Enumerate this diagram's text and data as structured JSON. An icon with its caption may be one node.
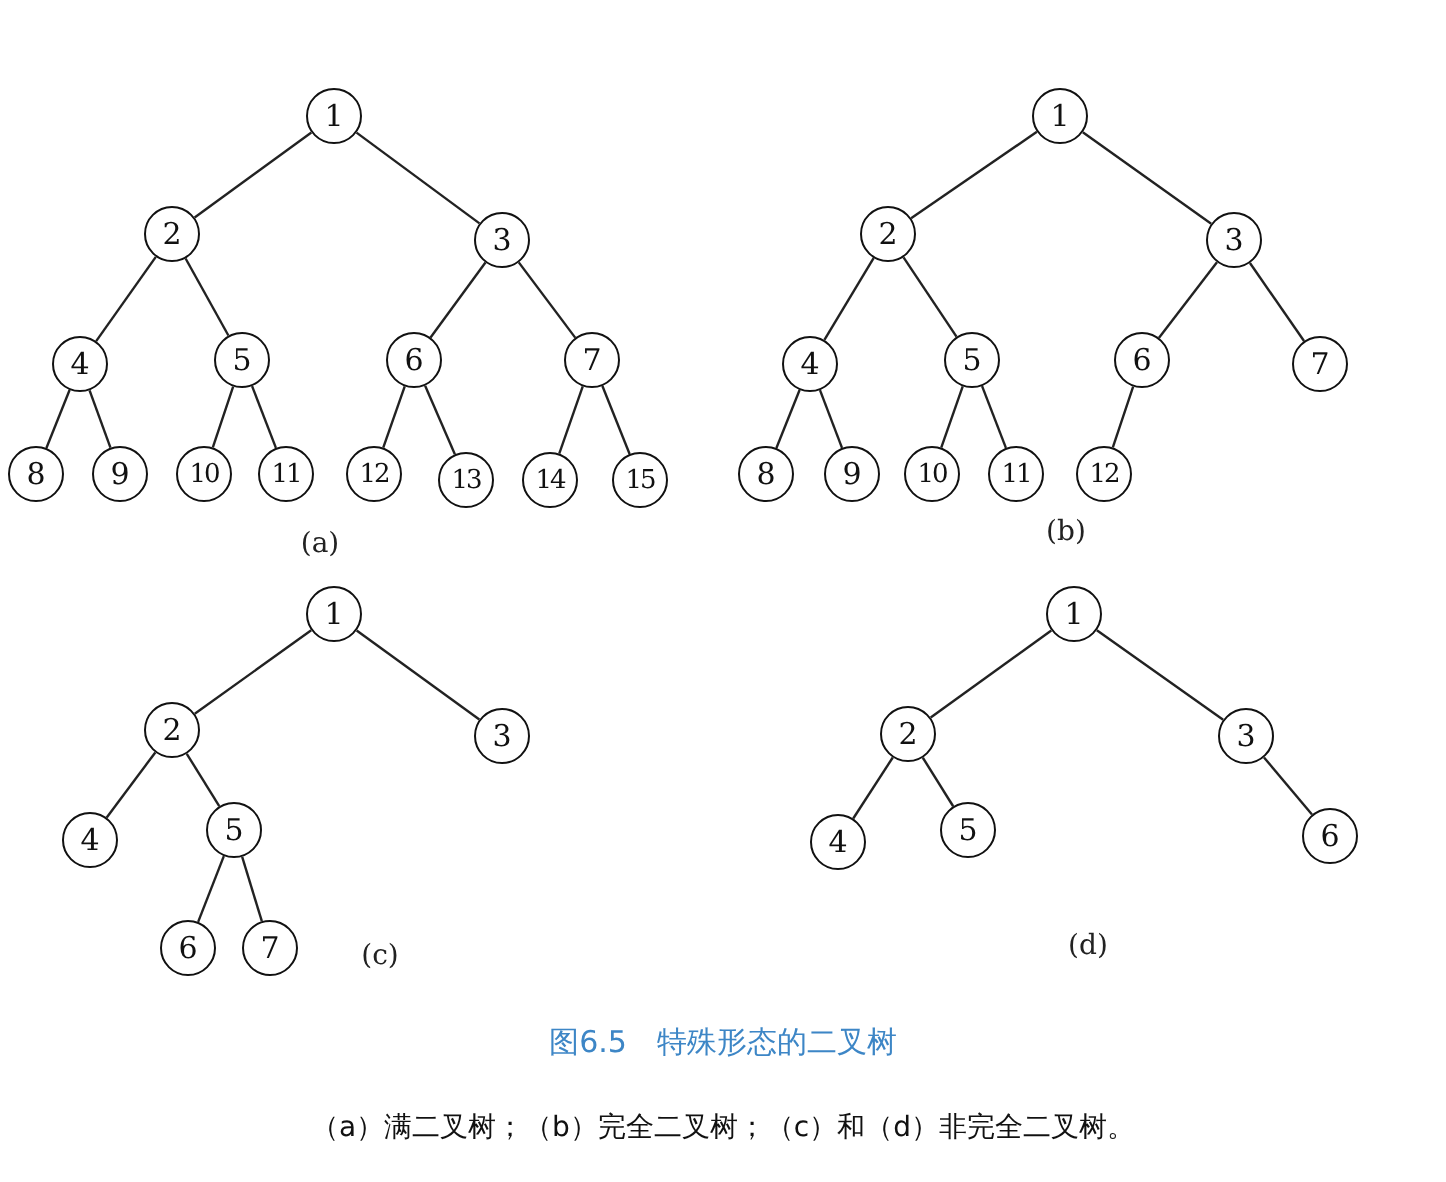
{
  "diagram": {
    "title": "图6.5　特殊形态的二叉树",
    "caption": "（a）满二叉树；（b）完全二叉树；（c）和（d）非完全二叉树。",
    "nodes": [
      {
        "text": [
          "1"
        ]
      },
      {
        "text": [
          "2"
        ]
      },
      {
        "text": [
          "3"
        ]
      },
      {
        "text": [
          "4"
        ]
      },
      {
        "text": [
          "5"
        ]
      },
      {
        "text": [
          "6"
        ]
      },
      {
        "text": [
          "7"
        ]
      },
      {
        "text": [
          "8"
        ]
      },
      {
        "text": [
          "9"
        ]
      },
      {
        "text": [
          "10"
        ]
      },
      {
        "text": [
          "11"
        ]
      },
      {
        "text": [
          "12"
        ]
      },
      {
        "text": [
          "13"
        ]
      },
      {
        "text": [
          "14"
        ]
      },
      {
        "text": [
          "15"
        ]
      },
      {
        "text": [
          "1"
        ]
      },
      {
        "text": [
          "2"
        ]
      },
      {
        "text": [
          "3"
        ]
      },
      {
        "text": [
          "4"
        ]
      },
      {
        "text": [
          "5"
        ]
      },
      {
        "text": [
          "6"
        ]
      },
      {
        "text": [
          "7"
        ]
      },
      {
        "text": [
          "8"
        ]
      },
      {
        "text": [
          "9"
        ]
      },
      {
        "text": [
          "10"
        ]
      },
      {
        "text": [
          "11"
        ]
      },
      {
        "text": [
          "12"
        ]
      },
      {
        "text": [
          "1"
        ]
      },
      {
        "text": [
          "2"
        ]
      },
      {
        "text": [
          "3"
        ]
      },
      {
        "text": [
          "4"
        ]
      },
      {
        "text": [
          "5"
        ]
      },
      {
        "text": [
          "6"
        ]
      },
      {
        "text": [
          "7"
        ]
      },
      {
        "text": [
          "1"
        ]
      },
      {
        "text": [
          "2"
        ]
      },
      {
        "text": [
          "3"
        ]
      },
      {
        "text": [
          "4"
        ]
      },
      {
        "text": [
          "5"
        ]
      },
      {
        "text": [
          "6"
        ]
      }
    ],
    "edges": [
      {
        "from": 0,
        "to": 1,
        "arrow": "none"
      },
      {
        "from": 0,
        "to": 2,
        "arrow": "none"
      },
      {
        "from": 1,
        "to": 3,
        "arrow": "none"
      },
      {
        "from": 1,
        "to": 4,
        "arrow": "none"
      },
      {
        "from": 2,
        "to": 5,
        "arrow": "none"
      },
      {
        "from": 2,
        "to": 6,
        "arrow": "none"
      },
      {
        "from": 3,
        "to": 7,
        "arrow": "none"
      },
      {
        "from": 3,
        "to": 8,
        "arrow": "none"
      },
      {
        "from": 4,
        "to": 9,
        "arrow": "none"
      },
      {
        "from": 4,
        "to": 10,
        "arrow": "none"
      },
      {
        "from": 5,
        "to": 11,
        "arrow": "none"
      },
      {
        "from": 5,
        "to": 12,
        "arrow": "none"
      },
      {
        "from": 6,
        "to": 13,
        "arrow": "none"
      },
      {
        "from": 6,
        "to": 14,
        "arrow": "none"
      },
      {
        "from": 15,
        "to": 16,
        "arrow": "none"
      },
      {
        "from": 15,
        "to": 17,
        "arrow": "none"
      },
      {
        "from": 16,
        "to": 18,
        "arrow": "none"
      },
      {
        "from": 16,
        "to": 19,
        "arrow": "none"
      },
      {
        "from": 17,
        "to": 20,
        "arrow": "none"
      },
      {
        "from": 17,
        "to": 21,
        "arrow": "none"
      },
      {
        "from": 18,
        "to": 22,
        "arrow": "none"
      },
      {
        "from": 18,
        "to": 23,
        "arrow": "none"
      },
      {
        "from": 19,
        "to": 24,
        "arrow": "none"
      },
      {
        "from": 19,
        "to": 25,
        "arrow": "none"
      },
      {
        "from": 20,
        "to": 26,
        "arrow": "none"
      },
      {
        "from": 27,
        "to": 28,
        "arrow": "none"
      },
      {
        "from": 27,
        "to": 29,
        "arrow": "none"
      },
      {
        "from": 28,
        "to": 30,
        "arrow": "none"
      },
      {
        "from": 28,
        "to": 31,
        "arrow": "none"
      },
      {
        "from": 31,
        "to": 32,
        "arrow": "none"
      },
      {
        "from": 31,
        "to": 33,
        "arrow": "none"
      },
      {
        "from": 34,
        "to": 35,
        "arrow": "none"
      },
      {
        "from": 34,
        "to": 36,
        "arrow": "none"
      },
      {
        "from": 35,
        "to": 37,
        "arrow": "none"
      },
      {
        "from": 35,
        "to": 38,
        "arrow": "none"
      },
      {
        "from": 36,
        "to": 39,
        "arrow": "none"
      }
    ],
    "labels": [
      "(a)",
      "(b)",
      "(c)",
      "(d)"
    ]
  }
}
